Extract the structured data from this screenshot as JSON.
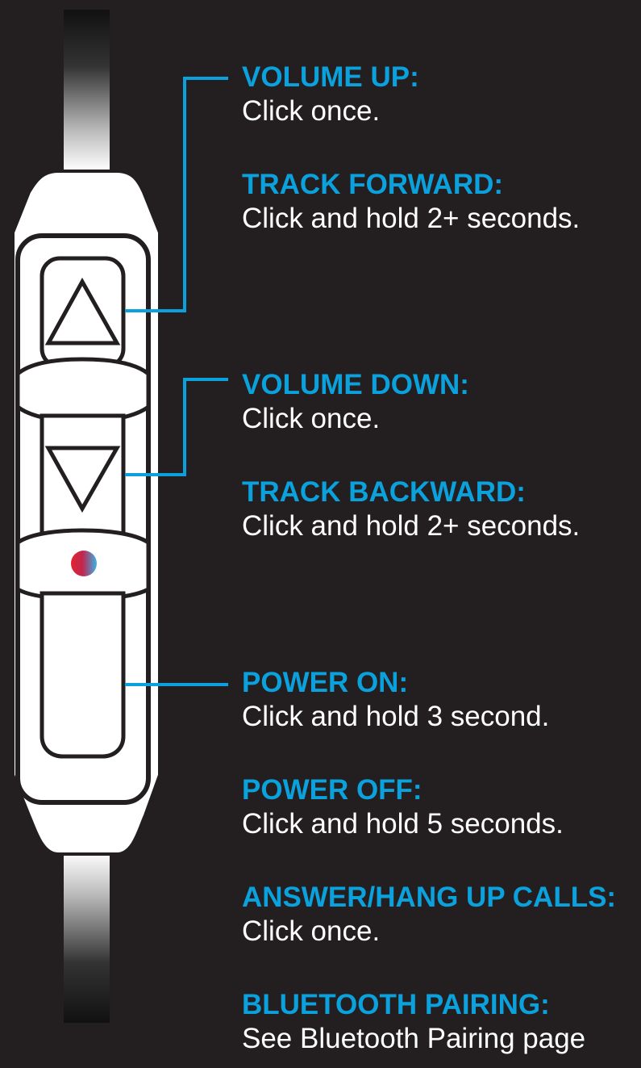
{
  "colors": {
    "background": "#231f20",
    "accent": "#0aa1dd",
    "remote_body": "#ffffff",
    "remote_outline": "#231f20",
    "text": "#ffffff"
  },
  "instructions": [
    {
      "title": "VOLUME UP:",
      "desc": "Click once."
    },
    {
      "title": "TRACK FORWARD:",
      "desc": "Click and hold 2+ seconds."
    },
    {
      "title": "VOLUME DOWN:",
      "desc": "Click once."
    },
    {
      "title": "TRACK BACKWARD:",
      "desc": "Click and hold 2+ seconds."
    },
    {
      "title": "POWER ON:",
      "desc": "Click and hold 3 second."
    },
    {
      "title": "POWER OFF:",
      "desc": "Click and hold 5 seconds."
    },
    {
      "title": "ANSWER/HANG UP CALLS:",
      "desc": "Click once."
    },
    {
      "title": "BLUETOOTH PAIRING:",
      "desc": "See Bluetooth Pairing page"
    }
  ],
  "remote": {
    "up_button_icon": "triangle-up-icon",
    "down_button_icon": "triangle-down-icon",
    "led_icon": "status-led-icon"
  }
}
